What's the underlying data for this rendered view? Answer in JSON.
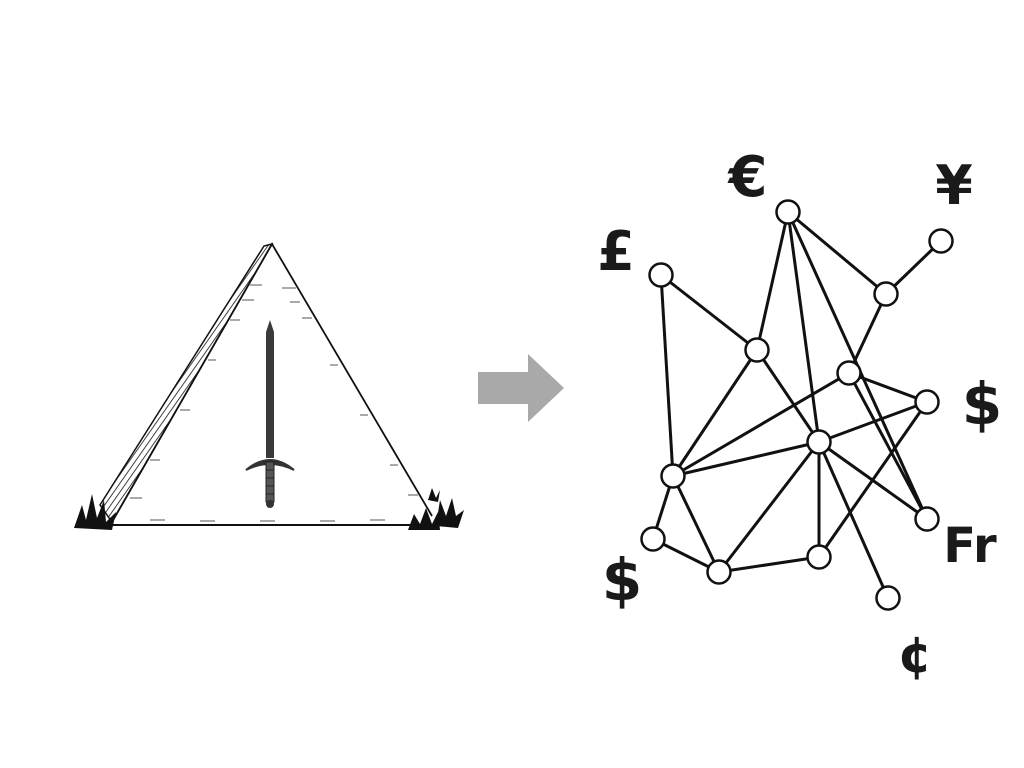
{
  "colors": {
    "background": "#ffffff",
    "ink": "#111111",
    "arrow": "#a9a9a9",
    "node_fill": "#ffffff",
    "sword": "#3a3a3a"
  },
  "left_panel": {
    "illustration": "walled-triangle-with-sword",
    "icons": [
      "sword-icon",
      "grass-tuft-icon"
    ]
  },
  "transition": {
    "icon": "right-arrow-icon"
  },
  "network": {
    "currency_labels": [
      {
        "id": "euro",
        "text": "€"
      },
      {
        "id": "yen",
        "text": "¥"
      },
      {
        "id": "pound",
        "text": "£"
      },
      {
        "id": "dollar-right",
        "text": "$"
      },
      {
        "id": "franc",
        "text": "Fr"
      },
      {
        "id": "dollar-left",
        "text": "$"
      },
      {
        "id": "cent",
        "text": "¢"
      }
    ],
    "node_count": 14
  }
}
